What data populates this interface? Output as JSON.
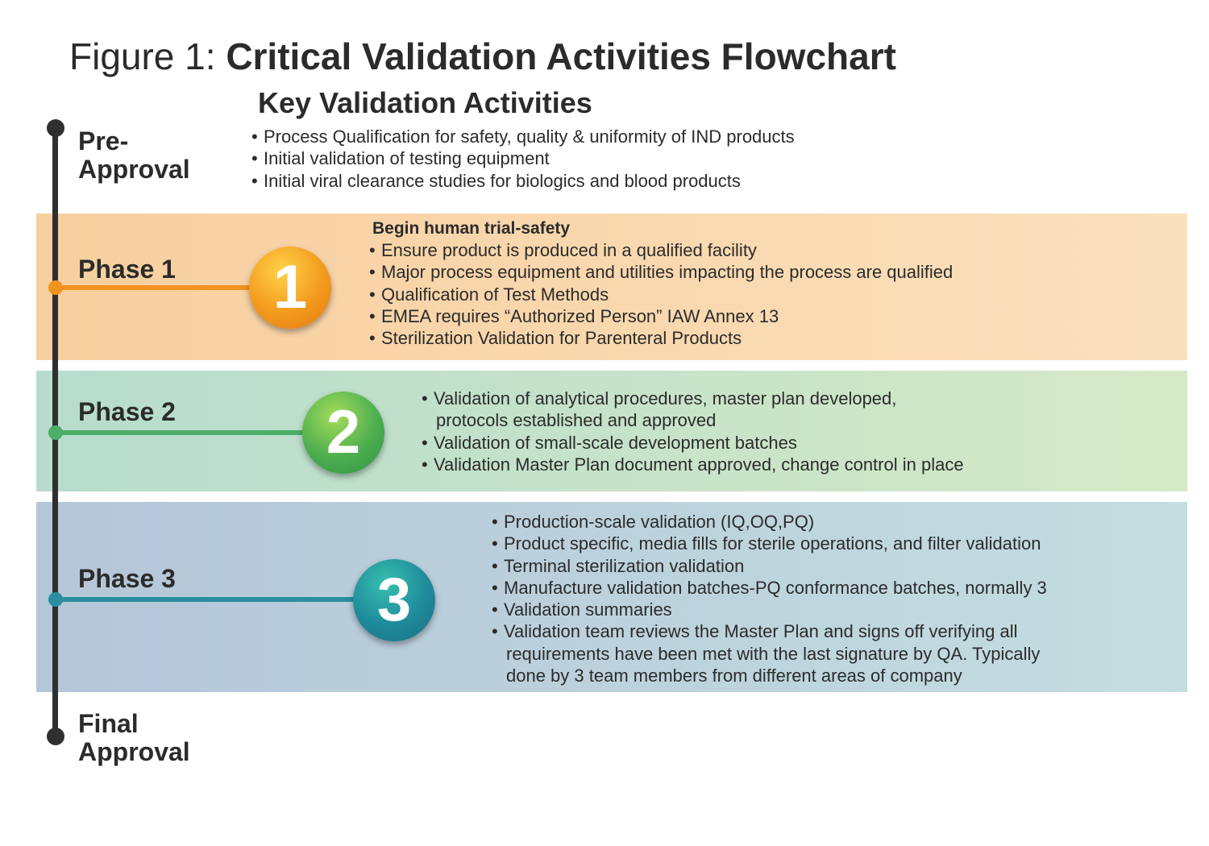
{
  "header": {
    "title_prefix": "Figure 1: ",
    "title_main": "Critical Validation Activities Flowchart",
    "subtitle": "Key Validation Activities"
  },
  "colors": {
    "phase1_accent": "#f0941e",
    "phase2_accent": "#4cae67",
    "phase3_accent": "#2a8ea0",
    "timeline": "#2f2f2f"
  },
  "stages": {
    "pre_approval": {
      "label_line1": "Pre-",
      "label_line2": "Approval",
      "bullets": [
        "Process Qualification for safety, quality & uniformity of IND products",
        "Initial validation of testing equipment",
        "Initial viral clearance studies for biologics and blood products"
      ]
    },
    "phase1": {
      "label": "Phase 1",
      "number": "1",
      "heading": "Begin human trial-safety",
      "bullets": [
        "Ensure product is produced in a qualified facility",
        "Major process equipment and utilities impacting the process are qualified",
        "Qualification of Test Methods",
        "EMEA requires “Authorized Person” IAW Annex 13",
        "Sterilization Validation for Parenteral Products"
      ]
    },
    "phase2": {
      "label": "Phase 2",
      "number": "2",
      "bullets": [
        {
          "line1": "Validation of analytical procedures, master plan developed,",
          "line2": "protocols established and approved"
        },
        {
          "line1": "Validation of small-scale development batches"
        },
        {
          "line1": "Validation Master Plan document approved, change control in place"
        }
      ]
    },
    "phase3": {
      "label": "Phase 3",
      "number": "3",
      "bullets": [
        {
          "line1": "Production-scale validation (IQ,OQ,PQ)"
        },
        {
          "line1": "Product specific, media fills for sterile operations, and filter validation"
        },
        {
          "line1": "Terminal sterilization validation"
        },
        {
          "line1": "Manufacture validation batches-PQ conformance batches, normally 3"
        },
        {
          "line1": "Validation summaries"
        },
        {
          "line1": "Validation team reviews the Master Plan and signs off verifying all",
          "line2": "requirements have been met with the last signature by QA. Typically",
          "line3": "done by 3 team members from different areas of company"
        }
      ]
    },
    "final_approval": {
      "label_line1": "Final",
      "label_line2": "Approval"
    }
  }
}
